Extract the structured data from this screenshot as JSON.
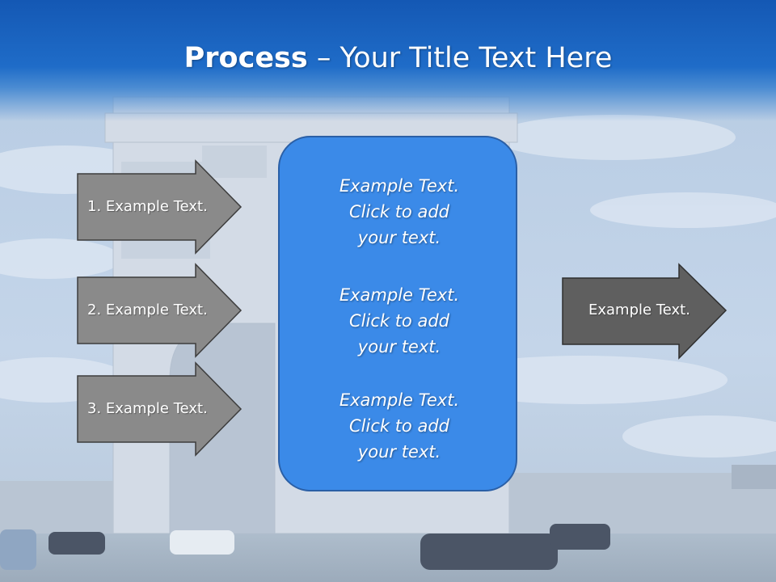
{
  "title": {
    "bold": "Process",
    "rest": " – Your Title Text Here"
  },
  "left_arrows": [
    {
      "label": "1. Example Text."
    },
    {
      "label": "2. Example Text."
    },
    {
      "label": "3. Example Text."
    }
  ],
  "center_box": {
    "blocks": [
      {
        "line1": "Example Text.",
        "line2": "Click  to add",
        "line3": "your text."
      },
      {
        "line1": "Example Text.",
        "line2": "Click  to add",
        "line3": "your text."
      },
      {
        "line1": "Example Text.",
        "line2": "Click  to add",
        "line3": "your text."
      }
    ]
  },
  "right_arrow": {
    "label": "Example Text."
  },
  "colors": {
    "title_bar": "#1458b4",
    "arrow_fill": "#8a8a8a",
    "right_arrow_fill": "#5f5f5f",
    "center_box_fill": "#3b8ae8"
  }
}
